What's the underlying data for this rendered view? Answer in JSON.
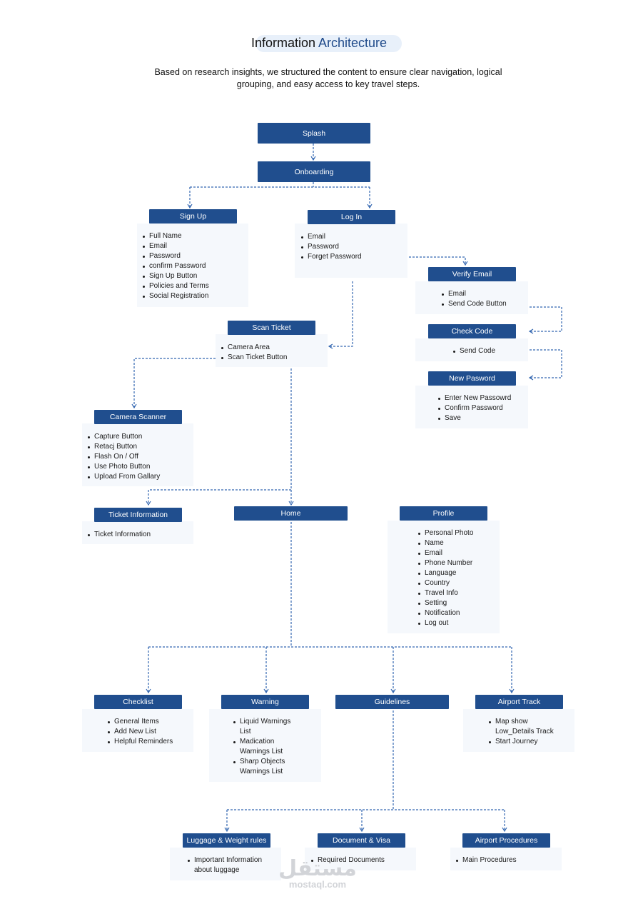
{
  "header": {
    "title_main": "Information",
    "title_accent": "Architecture",
    "subtitle_line1": "Based on research insights, we structured the content to ensure clear navigation, logical",
    "subtitle_line2": "grouping, and easy access to key travel steps."
  },
  "colors": {
    "node": "#204e8e",
    "panel": "#f5f8fc",
    "connector": "#3366b0",
    "accent": "#1f4a8a"
  },
  "nodes": {
    "splash": {
      "label": "Splash"
    },
    "onboarding": {
      "label": "Onboarding"
    },
    "sign_up": {
      "label": "Sign Up",
      "items": [
        "Full Name",
        "Email",
        "Password",
        "confirm Password",
        "Sign Up Button",
        "Policies and Terms",
        "Social Registration"
      ]
    },
    "log_in": {
      "label": "Log In",
      "items": [
        "Email",
        "Password",
        "Forget Password"
      ]
    },
    "verify_email": {
      "label": "Verify Email",
      "items": [
        "Email",
        "Send Code Button"
      ]
    },
    "check_code": {
      "label": "Check Code",
      "items": [
        "Send Code"
      ]
    },
    "new_password": {
      "label": "New Pasword",
      "items": [
        "Enter New Passowrd",
        "Confirm Password",
        "Save"
      ]
    },
    "scan_ticket": {
      "label": "Scan Ticket",
      "items": [
        "Camera Area",
        "Scan Ticket Button"
      ]
    },
    "camera_scanner": {
      "label": "Camera Scanner",
      "items": [
        "Capture Button",
        "Retacj Button",
        "Flash On / Off",
        "Use Photo Button",
        "Upload From Gallary"
      ]
    },
    "ticket_information": {
      "label": "Ticket Information",
      "items": [
        "Ticket Information"
      ]
    },
    "home": {
      "label": "Home"
    },
    "profile": {
      "label": "Profile",
      "items": [
        "Personal Photo",
        "Name",
        "Email",
        "Phone Number",
        "Language",
        "Country",
        "Travel Info",
        "Setting",
        "Notification",
        "Log out"
      ]
    },
    "checklist": {
      "label": "Checklist",
      "items": [
        "General Items",
        "Add New List",
        "Helpful Reminders"
      ]
    },
    "warning": {
      "label": "Warning",
      "items": [
        "Liquid Warnings List",
        "Madication Warnings List",
        "Sharp Objects Warnings List"
      ]
    },
    "guidelines": {
      "label": "Guidelines"
    },
    "airport_track": {
      "label": "Airport Track",
      "items": [
        "Map show Low_Details Track",
        "Start Journey"
      ]
    },
    "luggage": {
      "label": "Luggage & Weight rules",
      "items": [
        "Important Information about luggage"
      ]
    },
    "document_visa": {
      "label": "Document & Visa",
      "items": [
        "Required Documents"
      ]
    },
    "airport_procedures": {
      "label": "Airport Procedures",
      "items": [
        "Main Procedures"
      ]
    }
  },
  "watermark": {
    "arabic": "مستقل",
    "latin": "mostaql.com"
  }
}
